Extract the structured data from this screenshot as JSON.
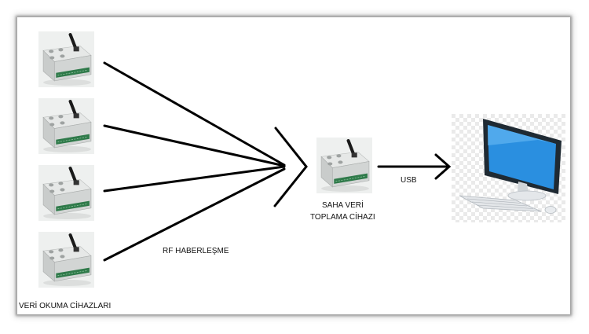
{
  "labels": {
    "reader_devices": "VERİ OKUMA CİHAZLARI",
    "rf_communication": "RF HABERLEŞME",
    "collector_line1": "SAHA VERİ",
    "collector_line2": "TOPLAMA CİHAZI",
    "usb": "USB"
  },
  "icons": {
    "reader_device": "rf-reader-device-icon",
    "collector_device": "field-data-collector-icon",
    "computer": "desktop-computer-icon"
  },
  "colors": {
    "arrow": "#000000",
    "monitor_bezel": "#1f2a33",
    "screen": "#2a8fe0",
    "device_body": "#d7d9d8",
    "device_pcb": "#2f7a4a"
  }
}
